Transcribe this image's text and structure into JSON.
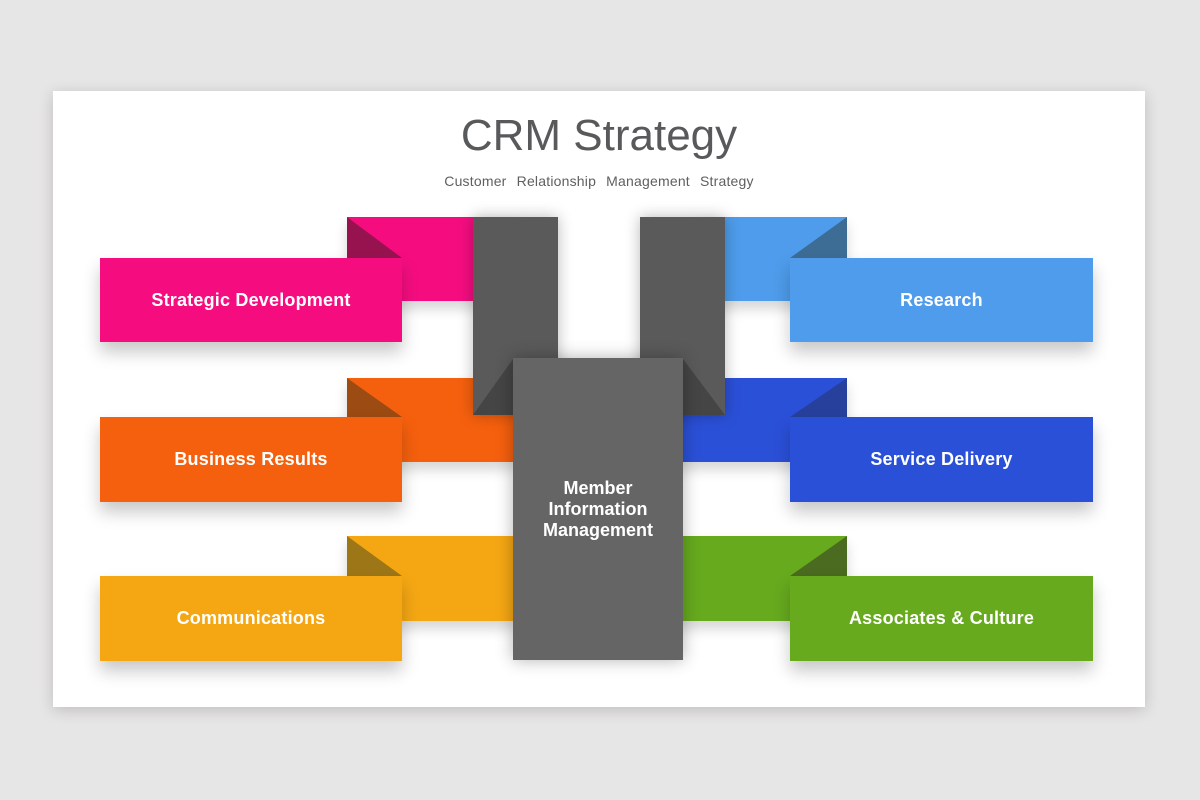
{
  "page": {
    "background": "#e7e6e6",
    "card_background": "#ffffff"
  },
  "header": {
    "title": "CRM Strategy",
    "subtitle": "Customer Relationship Management Strategy",
    "title_color": "#58595b",
    "subtitle_color": "#5f5f5f"
  },
  "center": {
    "lines": [
      "Member",
      "Information",
      "Management"
    ],
    "banner_color": "#656565",
    "column_color": "#5a5a5a",
    "column_fold_color": "#454545",
    "text_color": "#ffffff"
  },
  "ribbons": {
    "left": [
      {
        "label": "Strategic Development",
        "color": "#f50d80",
        "fold_color": "#97134f"
      },
      {
        "label": "Business Results",
        "color": "#f5600e",
        "fold_color": "#9c4b12"
      },
      {
        "label": "Communications",
        "color": "#f5a713",
        "fold_color": "#9d7617"
      }
    ],
    "right": [
      {
        "label": "Research",
        "color": "#4e9ceb",
        "fold_color": "#3d6c95"
      },
      {
        "label": "Service Delivery",
        "color": "#2b50d8",
        "fold_color": "#26409c"
      },
      {
        "label": "Associates & Culture",
        "color": "#67aa1e",
        "fold_color": "#4a6b20"
      }
    ]
  }
}
